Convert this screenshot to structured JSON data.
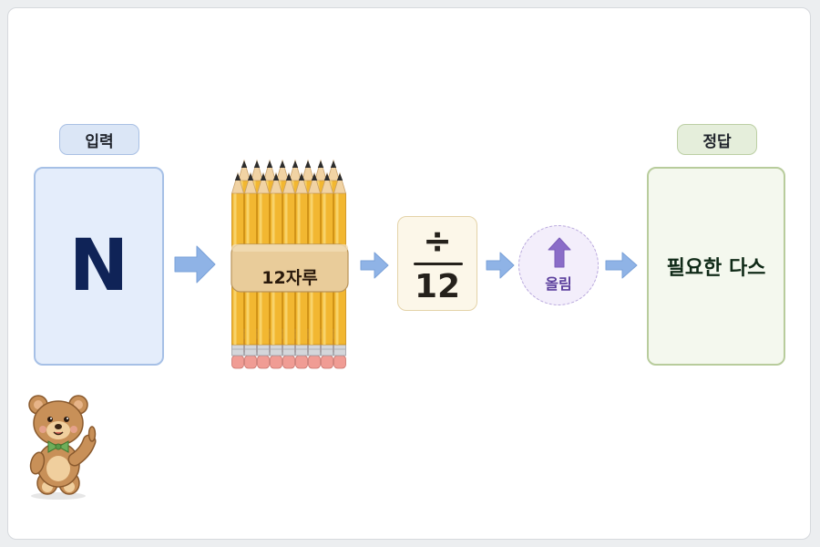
{
  "labels": {
    "input_tag": "입력",
    "answer_tag": "정답"
  },
  "input_value": "N",
  "pencil_bundle_label": "12자루",
  "division": {
    "sign": "÷",
    "divisor": "12"
  },
  "rounding_label": "올림",
  "answer_text": "필요한 다스",
  "colors": {
    "input_fill": "#e4edfb",
    "input_border": "#a6c0e6",
    "answer_fill": "#f4f8ee",
    "answer_border": "#b8cc9c",
    "arrow": "#8fb3e6",
    "round_arrow": "#8a6cc8",
    "pencil_body": "#f2b731"
  },
  "icons": [
    "arrow-right-icon",
    "pencil-bundle-icon",
    "round-up-arrow-icon",
    "teddy-bear-icon"
  ]
}
